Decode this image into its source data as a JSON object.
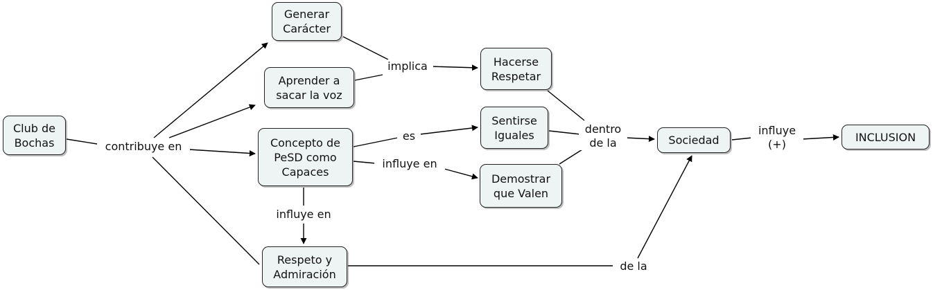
{
  "nodes": {
    "club": "Club de\nBochas",
    "generar": "Generar\nCarácter",
    "aprender": "Aprender a\nsacar la voz",
    "concepto": "Concepto de\nPeSD como\nCapaces",
    "respeto": "Respeto y\nAdmiración",
    "hacerse": "Hacerse\nRespetar",
    "sentirse": "Sentirse\nIguales",
    "demostrar": "Demostrar\nque Valen",
    "sociedad": "Sociedad",
    "inclusion": "INCLUSION"
  },
  "links": {
    "contribuye": "contribuye en",
    "implica": "implica",
    "es": "es",
    "influye1": "influye en",
    "influye2": "influye en",
    "dentro": "dentro\nde la",
    "dela": "de la",
    "influyePlus": "influye\n(+)"
  }
}
